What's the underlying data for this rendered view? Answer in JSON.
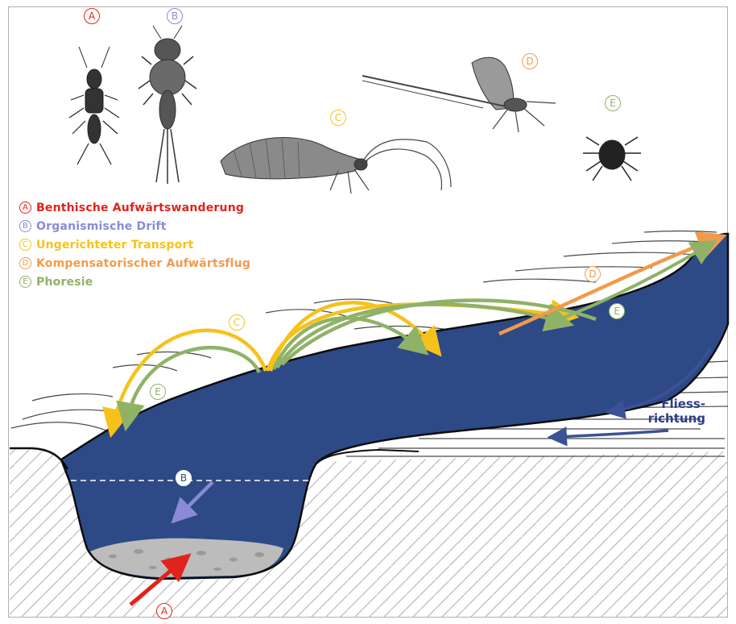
{
  "colors": {
    "A": "#e0231c",
    "B": "#8a8ad6",
    "C": "#f5c21b",
    "D": "#f29a4b",
    "E": "#8fb266",
    "water": "#2d4a87",
    "flow_arrow": "#3b5296"
  },
  "insects": [
    {
      "letter": "A"
    },
    {
      "letter": "B"
    },
    {
      "letter": "C"
    },
    {
      "letter": "D"
    },
    {
      "letter": "E"
    }
  ],
  "legend": [
    {
      "letter": "A",
      "label": "Benthische Aufwärtswanderung"
    },
    {
      "letter": "B",
      "label": "Organismische Drift"
    },
    {
      "letter": "C",
      "label": "Ungerichteter Transport"
    },
    {
      "letter": "D",
      "label": "Kompensatorischer Aufwärtsflug"
    },
    {
      "letter": "E",
      "label": "Phoresie"
    }
  ],
  "diagram_tags": {
    "C": "C",
    "D": "D",
    "E_left": "E",
    "E_right": "E",
    "B": "B",
    "A": "A"
  },
  "flow": {
    "line1": "Fliess-",
    "line2": "richtung"
  }
}
